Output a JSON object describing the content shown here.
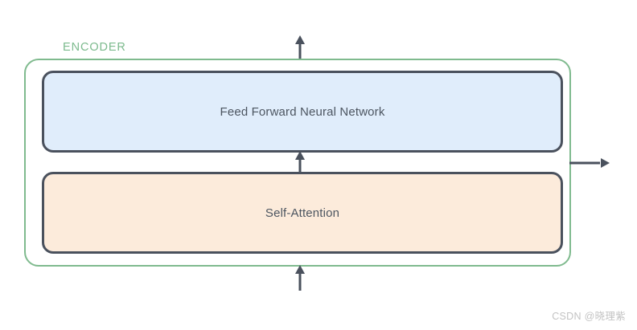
{
  "diagram": {
    "title_label": "ENCODER",
    "accent_color": "#7cba8d",
    "border_color": "#4a515d",
    "layers": [
      {
        "id": "feed-forward",
        "label": "Feed Forward Neural Network",
        "fill_color": "#e0edfb",
        "text_color": "#4c5560"
      },
      {
        "id": "self-attention",
        "label": "Self-Attention",
        "fill_color": "#fcebdb",
        "text_color": "#4c5560"
      }
    ],
    "arrows": [
      {
        "id": "output-up",
        "direction": "up"
      },
      {
        "id": "self-attention-to-feed-forward",
        "direction": "up"
      },
      {
        "id": "input-up",
        "direction": "up"
      },
      {
        "id": "encoder-output-right",
        "direction": "right"
      }
    ]
  },
  "watermark": {
    "text": "CSDN @晓理紫",
    "color": "#c3c3c3"
  }
}
